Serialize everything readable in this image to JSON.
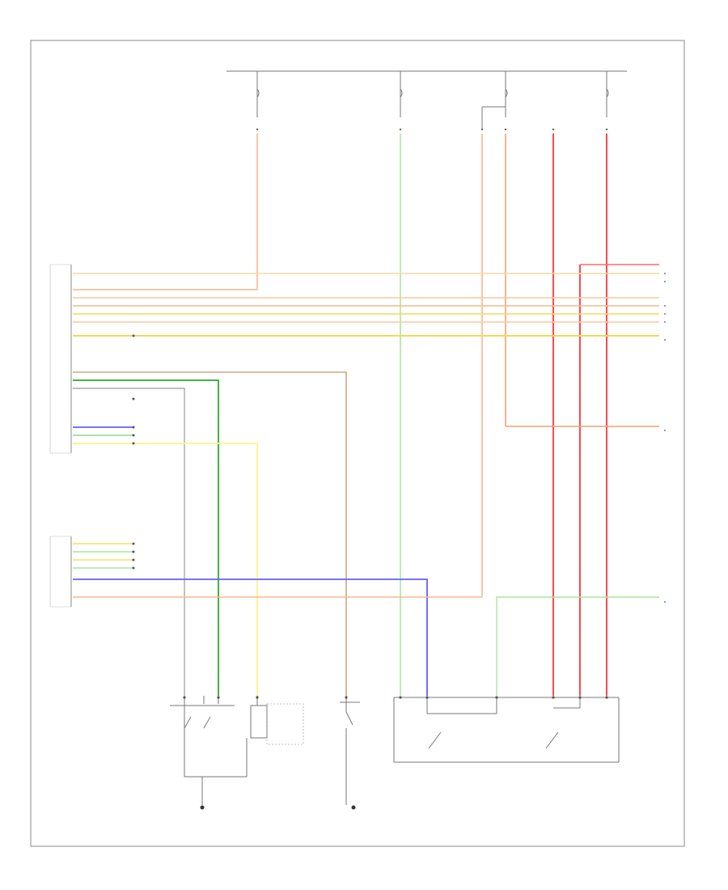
{
  "footer_label": "",
  "colors": {
    "frame": "#888888",
    "orange": "#f7b98a",
    "green_light": "#a8e6a0",
    "green": "#2fa82f",
    "red": "#ff4b4b",
    "yellow": "#f5d85a",
    "yellow_light": "#fff38a",
    "blue": "#6060ff",
    "tan": "#c8a888",
    "gray": "#999999"
  },
  "components": [
    {
      "id": "fuse-1"
    },
    {
      "id": "fuse-2"
    },
    {
      "id": "fuse-3"
    },
    {
      "id": "fuse-4"
    },
    {
      "id": "ecm-connector"
    },
    {
      "id": "instrument-cluster-connector"
    },
    {
      "id": "dual-switch"
    },
    {
      "id": "temp-sensor"
    },
    {
      "id": "pressure-switch"
    },
    {
      "id": "relay-module"
    },
    {
      "id": "ground-left"
    },
    {
      "id": "ground-right"
    }
  ]
}
